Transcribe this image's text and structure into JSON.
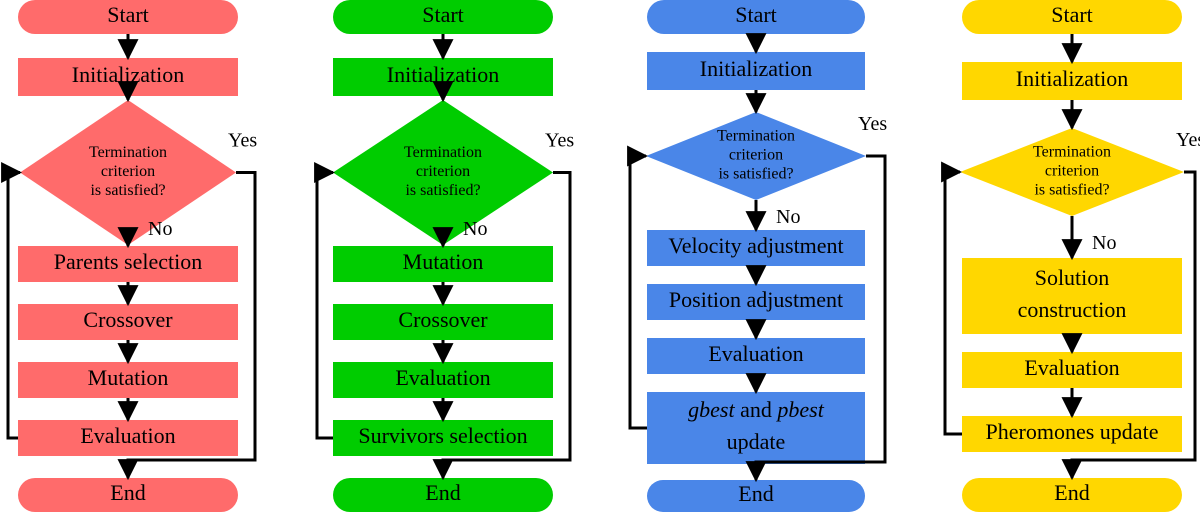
{
  "labels": {
    "start": "Start",
    "end": "End",
    "init": "Initialization",
    "diamond": [
      "Termination",
      "criterion",
      "is satisfied?"
    ],
    "yes": "Yes",
    "no": "No"
  },
  "flowcharts": [
    {
      "id": "ga",
      "color": "#FF6B6B",
      "steps": [
        [
          "Parents selection"
        ],
        [
          "Crossover"
        ],
        [
          "Mutation"
        ],
        [
          "Evaluation"
        ]
      ]
    },
    {
      "id": "es",
      "color": "#00CC00",
      "steps": [
        [
          "Mutation"
        ],
        [
          "Crossover"
        ],
        [
          "Evaluation"
        ],
        [
          "Survivors selection"
        ]
      ]
    },
    {
      "id": "pso",
      "color": "#4A86E8",
      "steps": [
        [
          "Velocity adjustment"
        ],
        [
          "Position adjustment"
        ],
        [
          "Evaluation"
        ],
        [
          [
            {
              "t": "gbest",
              "i": true
            },
            {
              "t": " and ",
              "i": false
            },
            {
              "t": "pbest",
              "i": true
            }
          ],
          [
            {
              "t": "update",
              "i": false
            }
          ]
        ]
      ]
    },
    {
      "id": "aco",
      "color": "#FFD700",
      "steps": [
        [
          "Solution",
          "construction"
        ],
        [
          "Evaluation"
        ],
        [
          "Pheromones update"
        ]
      ]
    }
  ]
}
